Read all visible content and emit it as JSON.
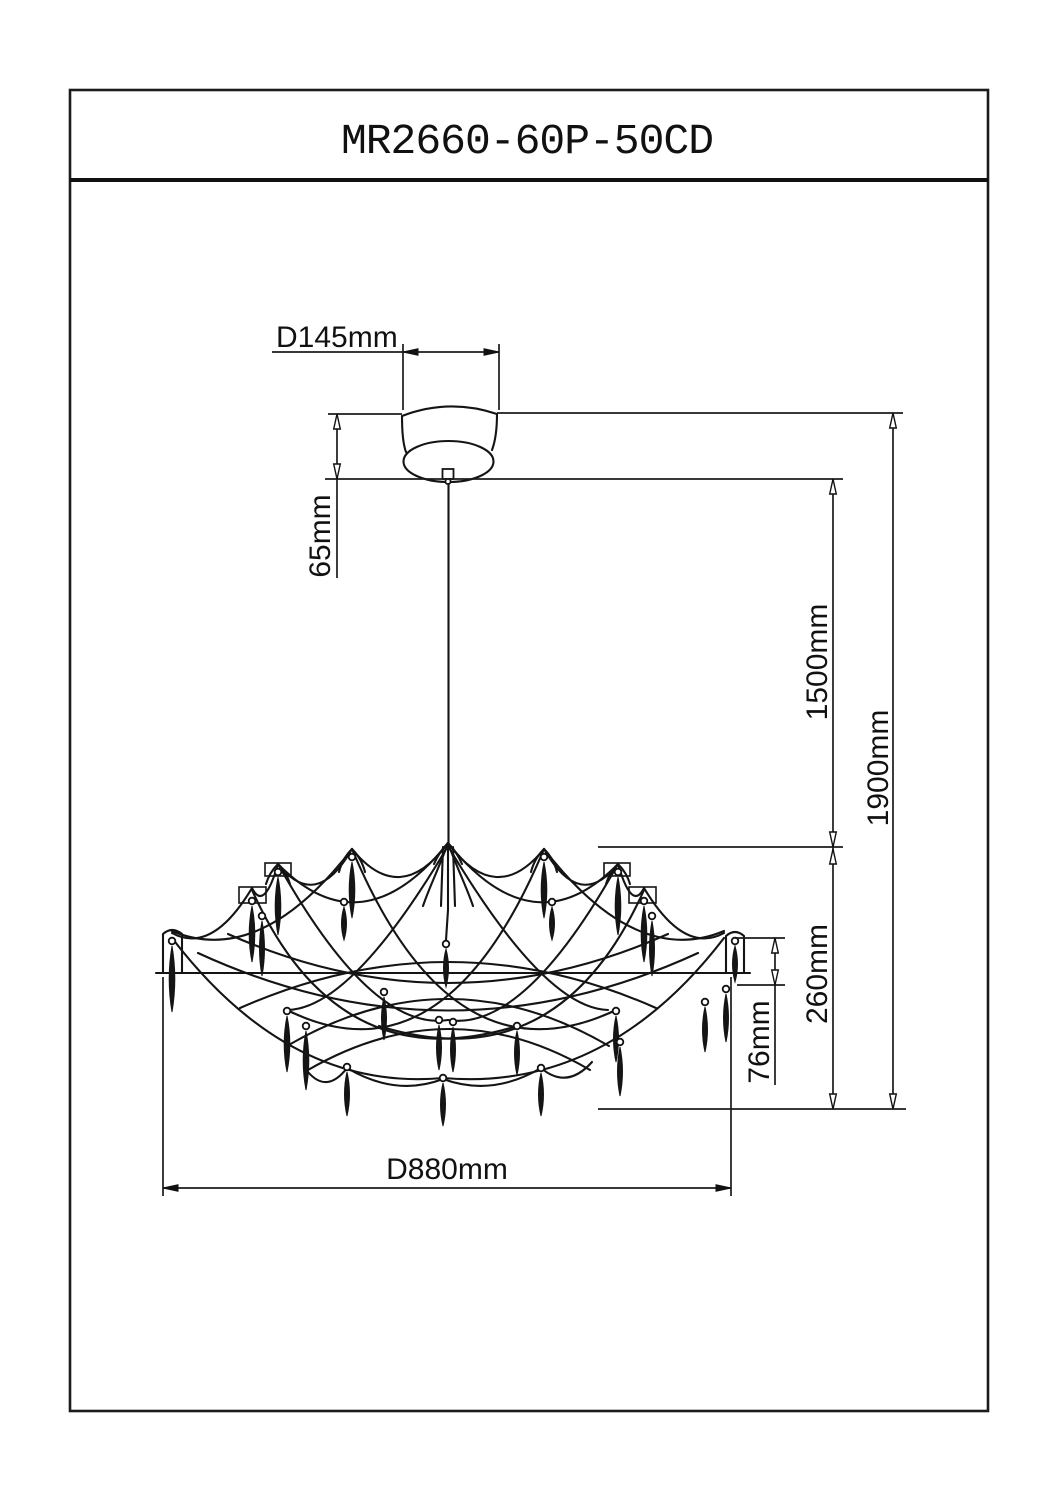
{
  "drawing": {
    "title": "MR2660-60P-50CD",
    "dimensions": {
      "canopy_diameter": "D145mm",
      "canopy_height": "65mm",
      "suspension_length": "1500mm",
      "overall_height": "1900mm",
      "body_height": "260mm",
      "drop_height": "76mm",
      "body_diameter": "D880mm"
    }
  }
}
